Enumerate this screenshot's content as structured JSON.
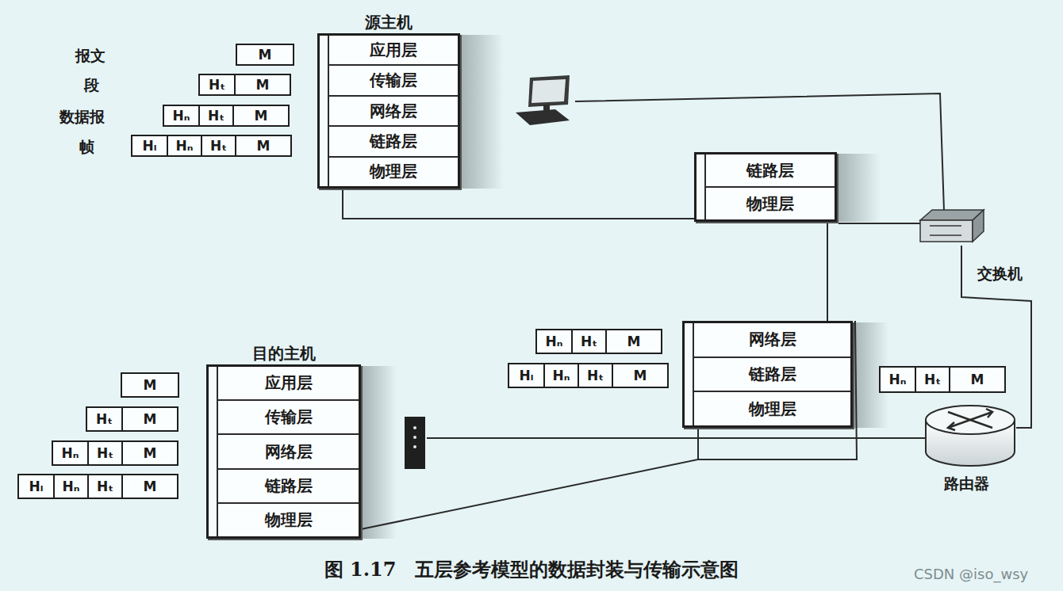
{
  "diagram": {
    "caption": "图 1.17　五层参考模型的数据封装与传输示意图",
    "nodes": [
      {
        "text": [
          "源主机"
        ]
      },
      {
        "text": [
          "应用层"
        ],
        "in": 0
      },
      {
        "text": [
          "传输层"
        ],
        "in": 0
      },
      {
        "text": [
          "网络层"
        ],
        "in": 0
      },
      {
        "text": [
          "链路层"
        ],
        "in": 0
      },
      {
        "text": [
          "物理层"
        ],
        "in": 0
      },
      {
        "text": []
      },
      {
        "text": [
          "链路层"
        ],
        "in": 6
      },
      {
        "text": [
          "物理层"
        ],
        "in": 6
      },
      {
        "text": []
      },
      {
        "text": [
          "网络层"
        ],
        "in": 9
      },
      {
        "text": [
          "链路层"
        ],
        "in": 9
      },
      {
        "text": [
          "物理层"
        ],
        "in": 9
      },
      {
        "text": [
          "目的主机"
        ]
      },
      {
        "text": [
          "应用层"
        ],
        "in": 13
      },
      {
        "text": [
          "传输层"
        ],
        "in": 13
      },
      {
        "text": [
          "网络层"
        ],
        "in": 13
      },
      {
        "text": [
          "链路层"
        ],
        "in": 13
      },
      {
        "text": [
          "物理层"
        ],
        "in": 13
      },
      {
        "text": [
          "M"
        ]
      },
      {
        "text": [
          "Hₜ",
          "M"
        ]
      },
      {
        "text": [
          "Hₙ",
          "Hₜ",
          "M"
        ]
      },
      {
        "text": [
          "Hₗ",
          "Hₙ",
          "Hₜ",
          "M"
        ]
      },
      {
        "text": [
          "Hₙ",
          "Hₜ",
          "M"
        ]
      },
      {
        "text": [
          "Hₗ",
          "Hₙ",
          "Hₜ",
          "M"
        ]
      },
      {
        "text": [
          "Hₙ",
          "Hₜ",
          "M"
        ]
      },
      {
        "text": [
          "M"
        ]
      },
      {
        "text": [
          "Hₜ",
          "M"
        ]
      },
      {
        "text": [
          "Hₙ",
          "Hₜ",
          "M"
        ]
      },
      {
        "text": [
          "Hₗ",
          "Hₙ",
          "Hₜ",
          "M"
        ]
      }
    ],
    "edges": [
      {
        "from": 0,
        "to": 6,
        "arrow": "none"
      },
      {
        "from": 6,
        "to": 9,
        "arrow": "none"
      },
      {
        "from": 9,
        "to": 13,
        "arrow": "none"
      }
    ],
    "labels": [
      "报文",
      "段",
      "数据报",
      "帧",
      "交换机",
      "路由器",
      "CSDN @iso_wsy"
    ]
  }
}
